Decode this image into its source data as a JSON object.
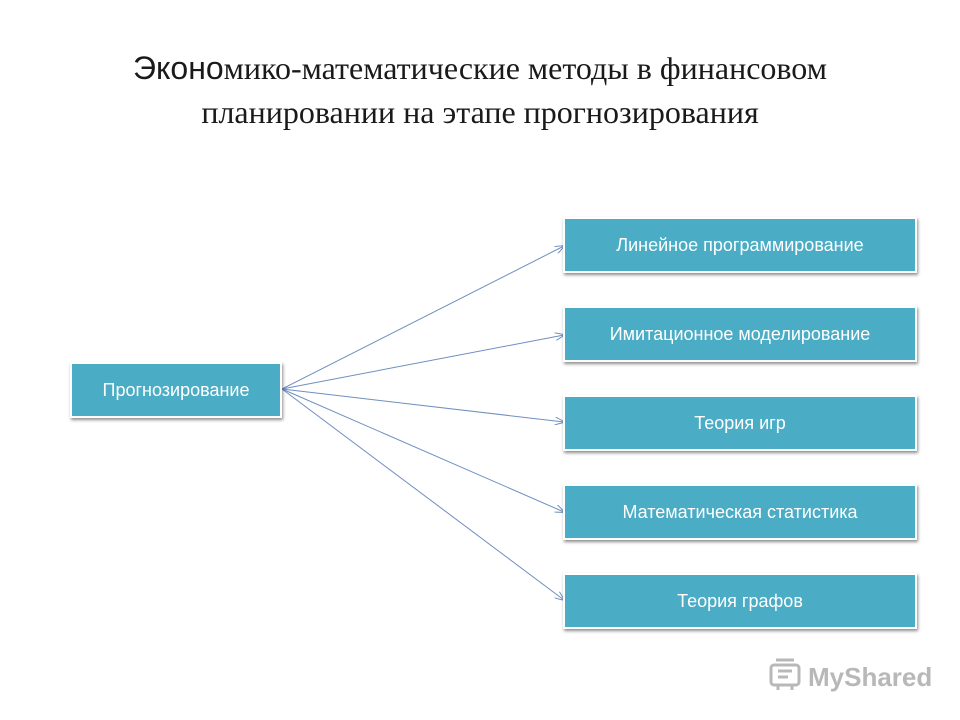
{
  "title": {
    "line1_prefix": "Эконо",
    "line1_rest": "мико-математические методы в финансовом",
    "line2": "планировании на этапе прогнозирования"
  },
  "diagram": {
    "root": "Прогнозирование",
    "children": [
      "Линейное программирование",
      "Имитационное моделирование",
      "Теория игр",
      "Математическая статистика",
      "Теория графов"
    ],
    "box_color": "#4aacc5",
    "arrow_color": "#6f8fbf"
  },
  "watermark": {
    "text": "MyShared",
    "icon": "mortarboard-icon"
  }
}
